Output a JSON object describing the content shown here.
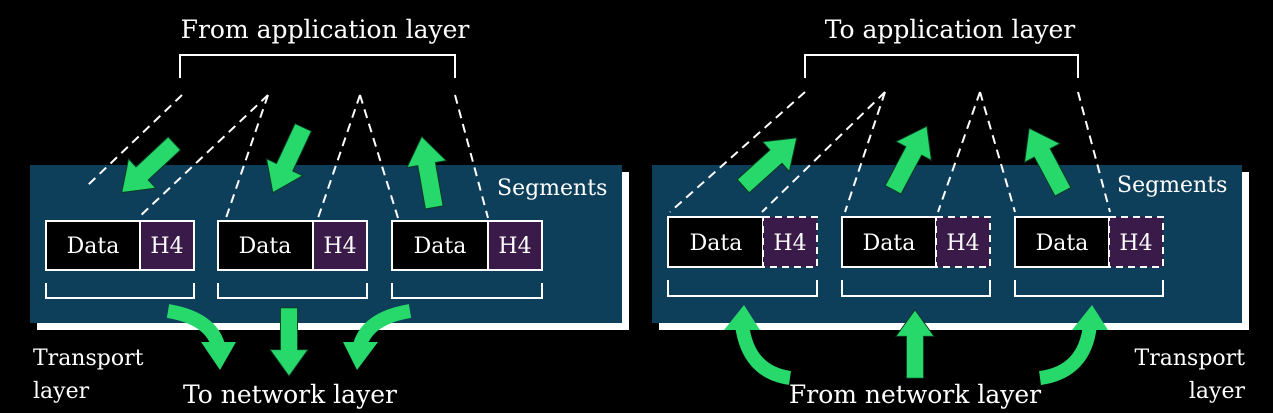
{
  "left": {
    "top_label": "From application layer",
    "segments_label": "Segments",
    "layer_label_line1": "Transport",
    "layer_label_line2": "layer",
    "bottom_label": "To network layer",
    "packets": [
      {
        "data": "Data",
        "header": "H4"
      },
      {
        "data": "Data",
        "header": "H4"
      },
      {
        "data": "Data",
        "header": "H4"
      }
    ]
  },
  "right": {
    "top_label": "To application layer",
    "segments_label": "Segments",
    "layer_label_line1": "Transport",
    "layer_label_line2": "layer",
    "bottom_label": "From network layer",
    "packets": [
      {
        "data": "Data",
        "header": "H4"
      },
      {
        "data": "Data",
        "header": "H4"
      },
      {
        "data": "Data",
        "header": "H4"
      }
    ]
  },
  "colors": {
    "background": "#000000",
    "panel": "#0d3f5a",
    "panel_shadow": "#ffffff",
    "data_cell": "#000000",
    "header_cell": "#3a1a48",
    "arrow": "#27d86a",
    "line": "#ffffff"
  }
}
